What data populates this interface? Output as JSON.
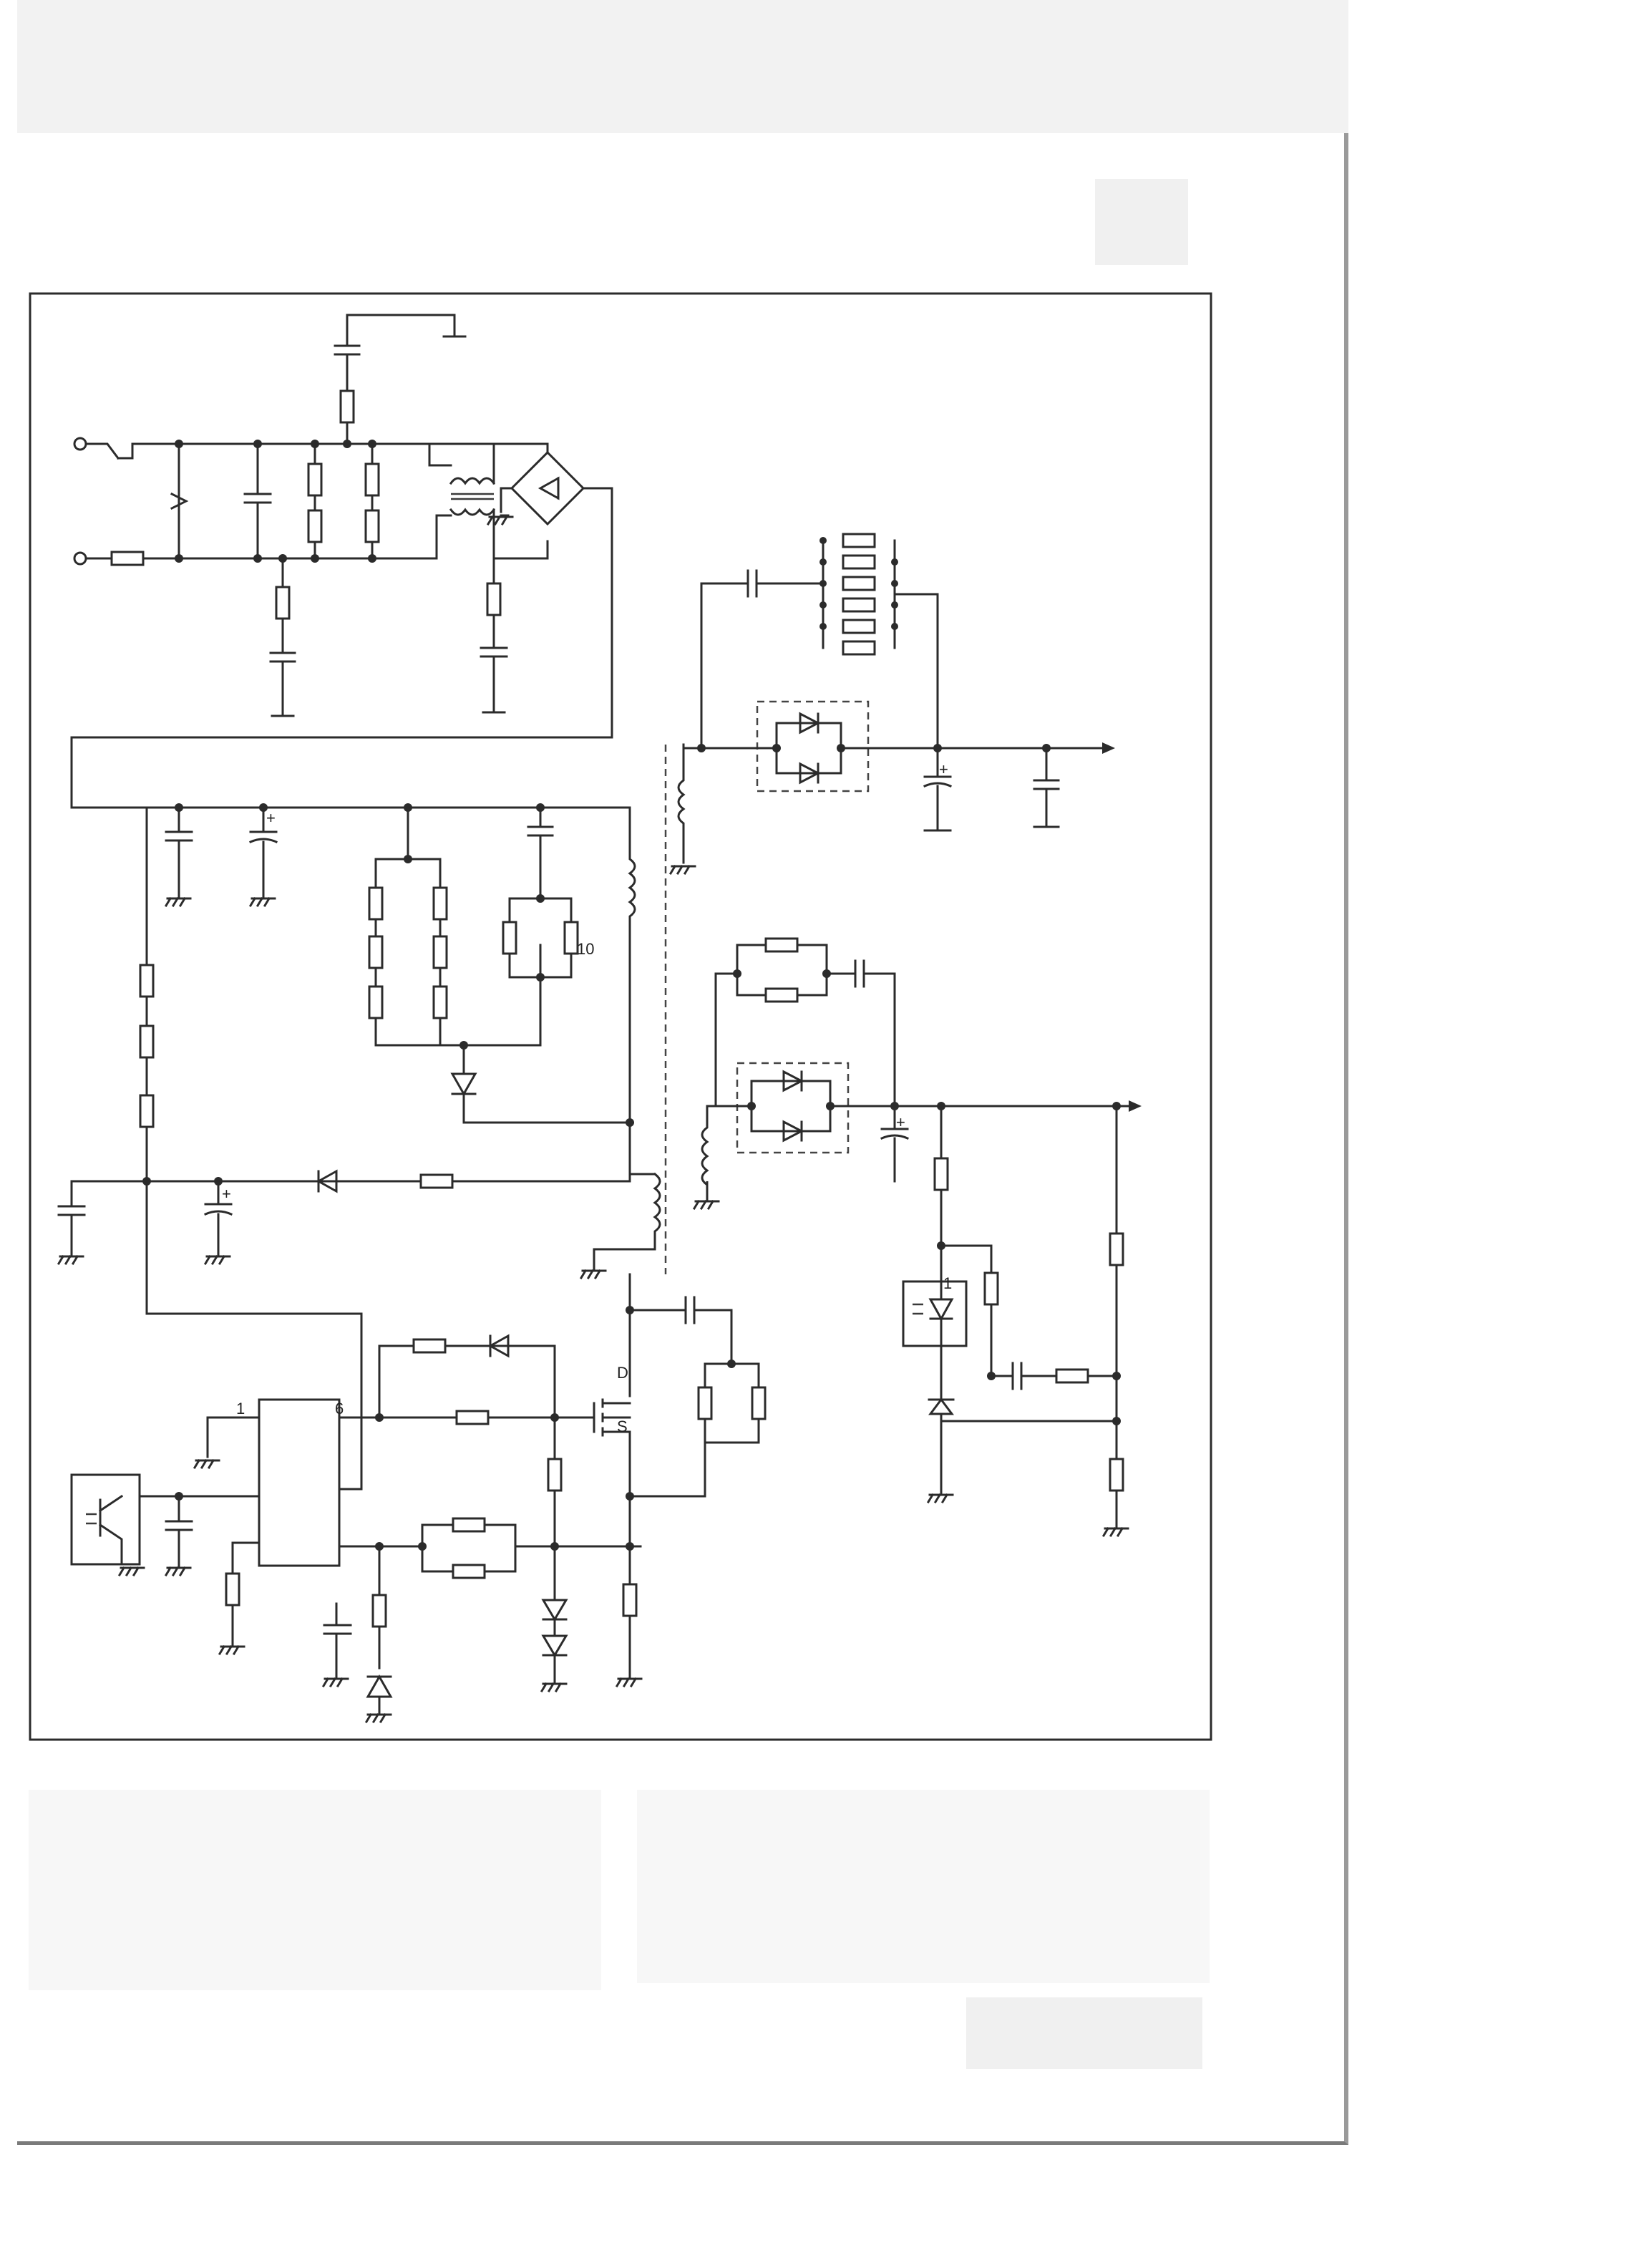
{
  "schematic": {
    "labels": {
      "ic_pin_1": "1",
      "ic_pin_6": "6",
      "resistor_10": "10",
      "mosfet_drain": "D",
      "mosfet_source": "S",
      "optocoupler_pin_1": "1"
    }
  }
}
